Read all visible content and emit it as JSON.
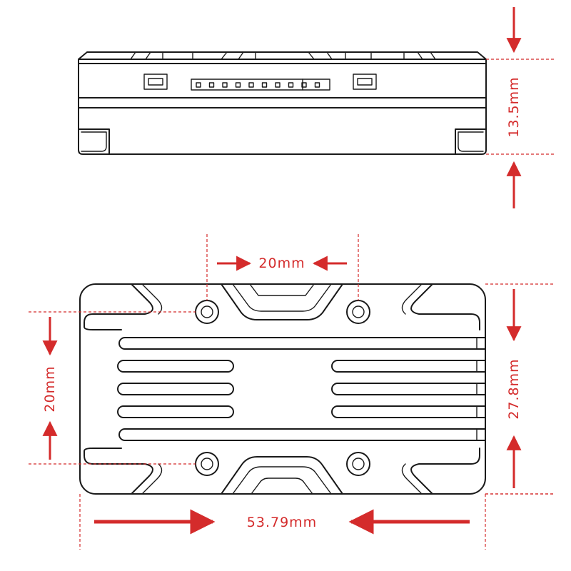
{
  "colors": {
    "line": "#1a1a1a",
    "dimension": "#d42b2b"
  },
  "dimensions": {
    "side_height": "13.5mm",
    "hole_spacing_horizontal": "20mm",
    "hole_spacing_vertical": "20mm",
    "body_depth": "27.8mm",
    "body_width": "53.79mm"
  }
}
